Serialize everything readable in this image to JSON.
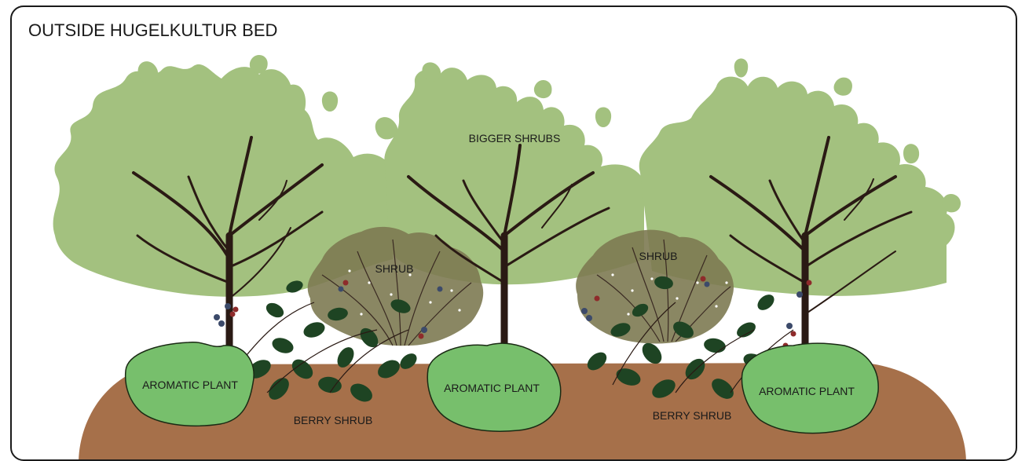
{
  "title": "OUTSIDE HUGELKULTUR BED",
  "labels": {
    "bigger_shrubs": "BIGGER SHRUBS",
    "shrub_left": "SHRUB",
    "shrub_right": "SHRUB",
    "aromatic_left": "AROMATIC PLANT",
    "aromatic_center": "AROMATIC PLANT",
    "aromatic_right": "AROMATIC PLANT",
    "berry_left": "BERRY SHRUB",
    "berry_right": "BERRY SHRUB"
  },
  "colors": {
    "frame": "#1a1a1a",
    "bigger_shrub_foliage": "#a3c17f",
    "shrub_foliage": "#7d7a52",
    "branches": "#2a1a14",
    "mound": "#a6704a",
    "aromatic_plant": "#77bf6c",
    "berry_leaves": "#1e4423",
    "berry_red": "#8e2b2b",
    "berry_blue": "#3c4a6a"
  }
}
